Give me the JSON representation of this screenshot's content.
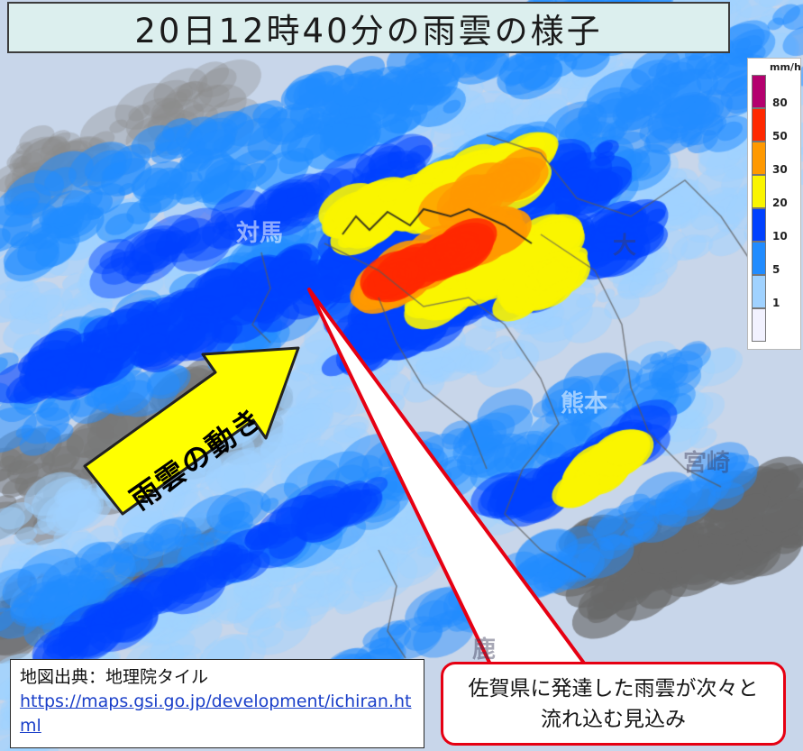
{
  "title": "20日12時40分の雨雲の様子",
  "legend": {
    "unit": "mm/h",
    "items": [
      {
        "label": "80",
        "color": "#b4006e"
      },
      {
        "label": "50",
        "color": "#ff2800"
      },
      {
        "label": "30",
        "color": "#ff9900"
      },
      {
        "label": "20",
        "color": "#faf500"
      },
      {
        "label": "10",
        "color": "#0041ff"
      },
      {
        "label": "5",
        "color": "#218cff"
      },
      {
        "label": "1",
        "color": "#a0d2ff"
      },
      {
        "label": "",
        "color": "#f2f2ff"
      }
    ]
  },
  "movement_label": "雨雲の動き",
  "callout": "佐賀県に発達した雨雲が次々と流れ込む見込み",
  "source": {
    "label": "地図出典：地理院タイル",
    "url": "https://maps.gsi.go.jp/development/ichiran.html"
  },
  "map_labels": {
    "tsushima": "対馬",
    "oita": "大",
    "kumamoto": "熊本",
    "miyazaki": "宮崎",
    "kagoshima": "鹿"
  }
}
